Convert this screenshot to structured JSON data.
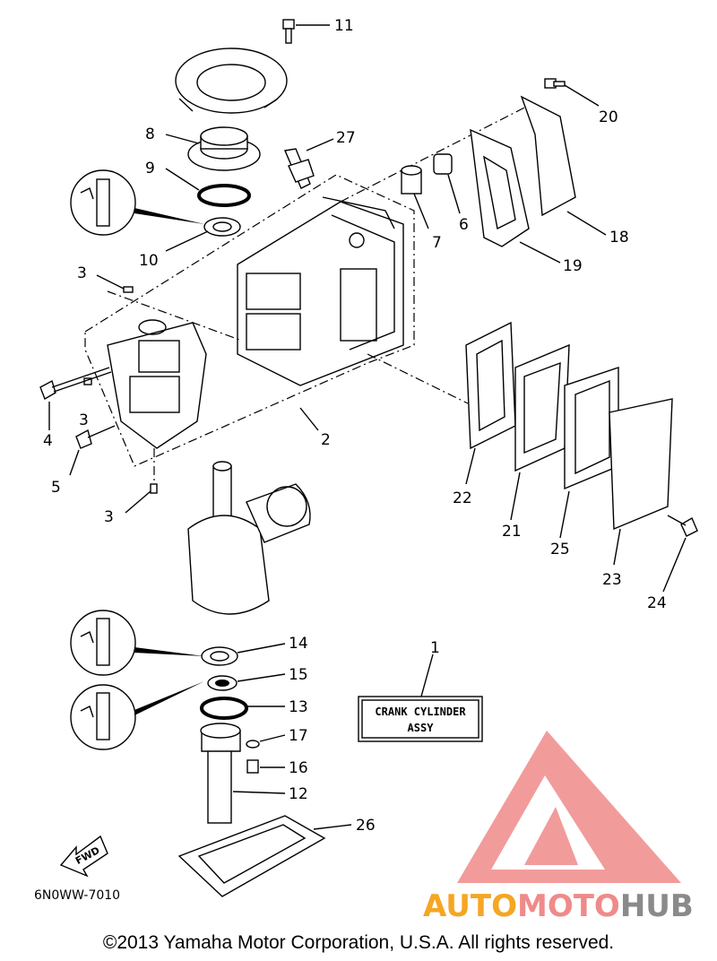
{
  "labels": {
    "p1": "1",
    "p2": "2",
    "p3a": "3",
    "p3b": "3",
    "p3c": "3",
    "p4": "4",
    "p5": "5",
    "p6": "6",
    "p7": "7",
    "p8": "8",
    "p9": "9",
    "p10": "10",
    "p11": "11",
    "p12": "12",
    "p13": "13",
    "p14": "14",
    "p15": "15",
    "p16": "16",
    "p17": "17",
    "p18": "18",
    "p19": "19",
    "p20": "20",
    "p21": "21",
    "p22": "22",
    "p23": "23",
    "p24": "24",
    "p25": "25",
    "p26": "26",
    "p27": "27"
  },
  "assy_box": {
    "line1": "CRANK CYLINDER",
    "line2": "ASSY"
  },
  "fwd_arrow": "FWD",
  "diagram_code": "6N0WW-7010",
  "watermark": {
    "part1": "AUTO",
    "part2": "MOTO",
    "part3": "HUB",
    "color1": "#f5a623",
    "color2": "#f08a8a",
    "color3": "#8a8a8a"
  },
  "copyright": "©2013 Yamaha Motor Corporation, U.S.A. All rights reserved.",
  "colors": {
    "logo": "#f08a8a"
  }
}
